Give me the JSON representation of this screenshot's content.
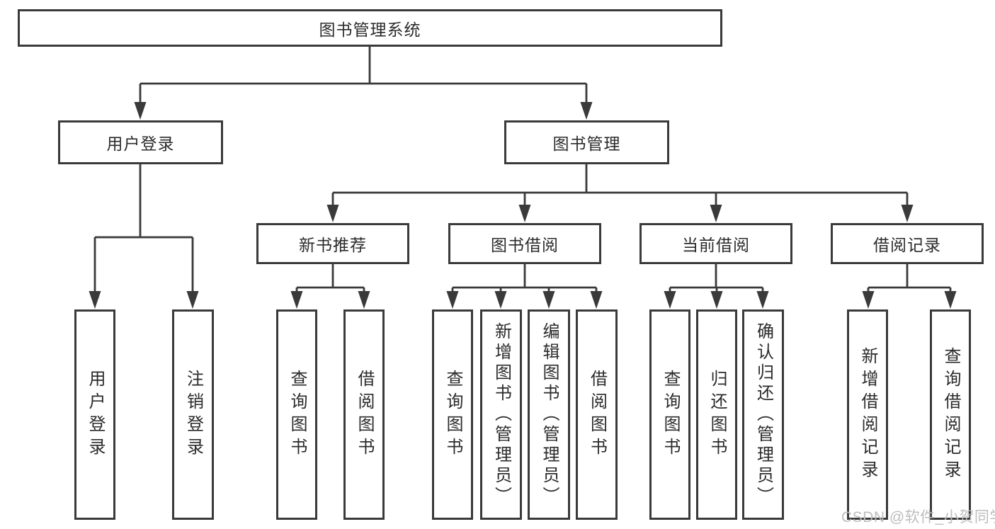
{
  "colors": {
    "line": "#3a3a3a",
    "text": "#2b2b2b",
    "watermark": "#bdbdbd",
    "background": "#ffffff"
  },
  "watermark": "CSDN @软件_小贺同学",
  "tree": {
    "label": "图书管理系统",
    "children": [
      {
        "label": "用户登录",
        "children": [
          {
            "label": "用户登录"
          },
          {
            "label": "注销登录"
          }
        ]
      },
      {
        "label": "图书管理",
        "children": [
          {
            "label": "新书推荐",
            "children": [
              {
                "label": "查询图书"
              },
              {
                "label": "借阅图书"
              }
            ]
          },
          {
            "label": "图书借阅",
            "children": [
              {
                "label": "查询图书"
              },
              {
                "label": "新增图书（管理员）"
              },
              {
                "label": "编辑图书（管理员）"
              },
              {
                "label": "借阅图书"
              }
            ]
          },
          {
            "label": "当前借阅",
            "children": [
              {
                "label": "查询图书"
              },
              {
                "label": "归还图书"
              },
              {
                "label": "确认归还（管理员）"
              }
            ]
          },
          {
            "label": "借阅记录",
            "children": [
              {
                "label": "新增借阅记录"
              },
              {
                "label": "查询借阅记录"
              }
            ]
          }
        ]
      }
    ]
  }
}
